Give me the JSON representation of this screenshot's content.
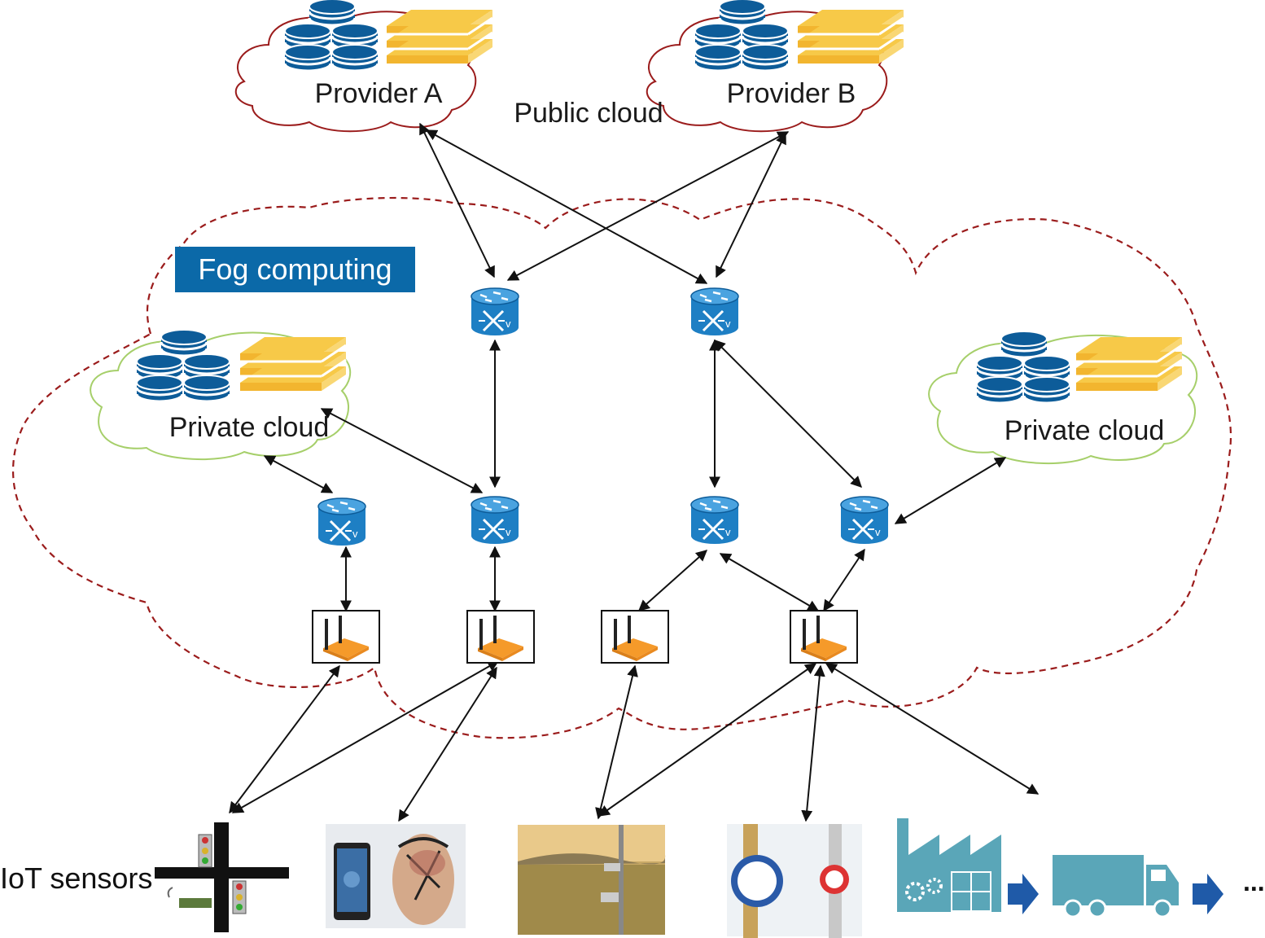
{
  "labels": {
    "provider_a": "Provider A",
    "provider_b": "Provider B",
    "public_cloud": "Public cloud",
    "fog_computing": "Fog computing",
    "private_cloud_left": "Private cloud",
    "private_cloud_right": "Private cloud",
    "iot_sensors": "IoT sensors",
    "ellipsis": "..."
  },
  "icons": {
    "database": "database-stack-icon",
    "server_stack": "server-layers-icon",
    "router": "router-icon",
    "gateway": "wireless-gateway-icon",
    "traffic": "traffic-light-icon",
    "bci": "brain-computer-interface-icon",
    "field": "field-sensor-icon",
    "meter": "water-meter-icon",
    "factory": "factory-icon",
    "truck": "truck-icon"
  },
  "colors": {
    "database_blue": "#0d5c99",
    "server_yellow": "#f7c948",
    "public_cloud_outline": "#9b1c1c",
    "private_cloud_outline": "#a6cf6a",
    "fog_outline": "#9b1c1c",
    "router_blue": "#1e7fc4",
    "gateway_orange": "#f59a2a",
    "fog_badge": "#0b69a8"
  }
}
